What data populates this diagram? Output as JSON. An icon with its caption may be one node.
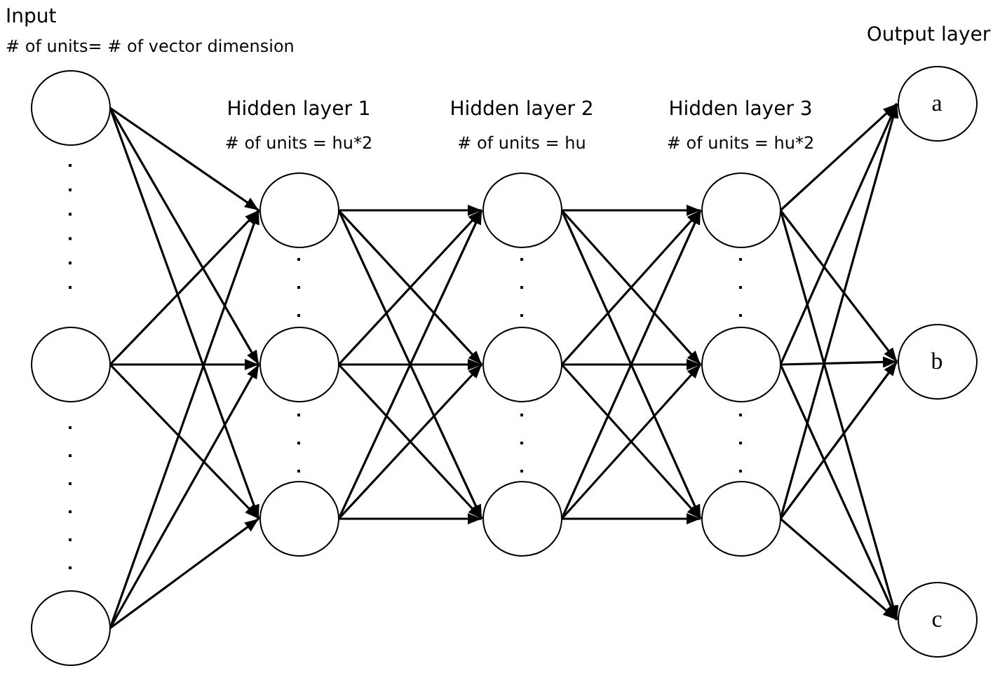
{
  "diagram": {
    "nodes": [
      {
        "text": [],
        "shape": "circle"
      },
      {
        "text": [],
        "shape": "circle"
      },
      {
        "text": [],
        "shape": "circle"
      },
      {
        "text": [],
        "shape": "circle"
      },
      {
        "text": [],
        "shape": "circle"
      },
      {
        "text": [],
        "shape": "circle"
      },
      {
        "text": [],
        "shape": "circle"
      },
      {
        "text": [],
        "shape": "circle"
      },
      {
        "text": [],
        "shape": "circle"
      },
      {
        "text": [],
        "shape": "circle"
      },
      {
        "text": [],
        "shape": "circle"
      },
      {
        "text": [],
        "shape": "circle"
      },
      {
        "text": [
          "a"
        ]
      },
      {
        "text": [
          "b"
        ]
      },
      {
        "text": [
          "c"
        ]
      }
    ],
    "edges": [
      {
        "from": 0,
        "to": 3,
        "arrow": "to"
      },
      {
        "from": 0,
        "to": 4,
        "arrow": "to"
      },
      {
        "from": 0,
        "to": 5,
        "arrow": "to"
      },
      {
        "from": 1,
        "to": 3,
        "arrow": "to"
      },
      {
        "from": 1,
        "to": 4,
        "arrow": "to"
      },
      {
        "from": 1,
        "to": 5,
        "arrow": "to"
      },
      {
        "from": 2,
        "to": 3,
        "arrow": "to"
      },
      {
        "from": 2,
        "to": 4,
        "arrow": "to"
      },
      {
        "from": 2,
        "to": 5,
        "arrow": "to"
      },
      {
        "from": 3,
        "to": 6,
        "arrow": "to"
      },
      {
        "from": 3,
        "to": 7,
        "arrow": "to"
      },
      {
        "from": 3,
        "to": 8,
        "arrow": "to"
      },
      {
        "from": 4,
        "to": 6,
        "arrow": "to"
      },
      {
        "from": 4,
        "to": 7,
        "arrow": "to"
      },
      {
        "from": 4,
        "to": 8,
        "arrow": "to"
      },
      {
        "from": 5,
        "to": 6,
        "arrow": "to"
      },
      {
        "from": 5,
        "to": 7,
        "arrow": "to"
      },
      {
        "from": 5,
        "to": 8,
        "arrow": "to"
      },
      {
        "from": 6,
        "to": 9,
        "arrow": "to"
      },
      {
        "from": 6,
        "to": 10,
        "arrow": "to"
      },
      {
        "from": 6,
        "to": 11,
        "arrow": "to"
      },
      {
        "from": 7,
        "to": 9,
        "arrow": "to"
      },
      {
        "from": 7,
        "to": 10,
        "arrow": "to"
      },
      {
        "from": 7,
        "to": 11,
        "arrow": "to"
      },
      {
        "from": 8,
        "to": 9,
        "arrow": "to"
      },
      {
        "from": 8,
        "to": 10,
        "arrow": "to"
      },
      {
        "from": 8,
        "to": 11,
        "arrow": "to"
      },
      {
        "from": 9,
        "to": 12,
        "arrow": "to"
      },
      {
        "from": 9,
        "to": 13,
        "arrow": "to"
      },
      {
        "from": 9,
        "to": 14,
        "arrow": "to"
      },
      {
        "from": 10,
        "to": 12,
        "arrow": "to"
      },
      {
        "from": 10,
        "to": 13,
        "arrow": "to"
      },
      {
        "from": 10,
        "to": 14,
        "arrow": "to"
      },
      {
        "from": 11,
        "to": 12,
        "arrow": "to"
      },
      {
        "from": 11,
        "to": 13,
        "arrow": "to"
      },
      {
        "from": 11,
        "to": 14,
        "arrow": "to"
      }
    ],
    "labels": [
      "Input",
      "# of units= # of vector dimension",
      "Output layer",
      "Hidden layer 1",
      "# of units = hu*2",
      "Hidden layer 2",
      "# of units = hu",
      "Hidden layer 3",
      "# of units = hu*2"
    ]
  }
}
